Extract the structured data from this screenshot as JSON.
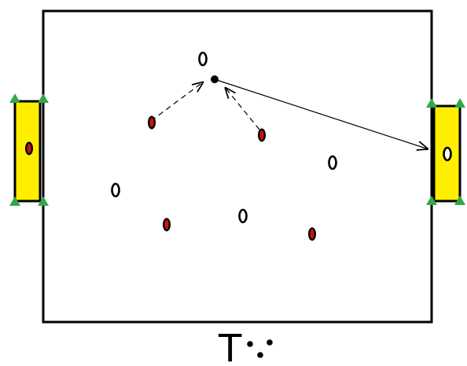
{
  "diagram": {
    "background": "#ffffff",
    "line_color": "#000000",
    "goal_fill": "#ffee00",
    "cone_color": "#2ea84a",
    "team_red_color": "#cc1111",
    "caption": "T"
  },
  "players": {
    "white": [
      {
        "id": "w1",
        "team": "white"
      },
      {
        "id": "w2",
        "team": "white"
      },
      {
        "id": "w3",
        "team": "white"
      },
      {
        "id": "w4",
        "team": "white"
      },
      {
        "id": "w5",
        "team": "white"
      }
    ],
    "red": [
      {
        "id": "r1",
        "team": "red"
      },
      {
        "id": "r2",
        "team": "red"
      },
      {
        "id": "r3",
        "team": "red"
      },
      {
        "id": "r4",
        "team": "red"
      },
      {
        "id": "r5",
        "team": "red"
      }
    ]
  },
  "legend": {
    "mark_count": 3
  }
}
